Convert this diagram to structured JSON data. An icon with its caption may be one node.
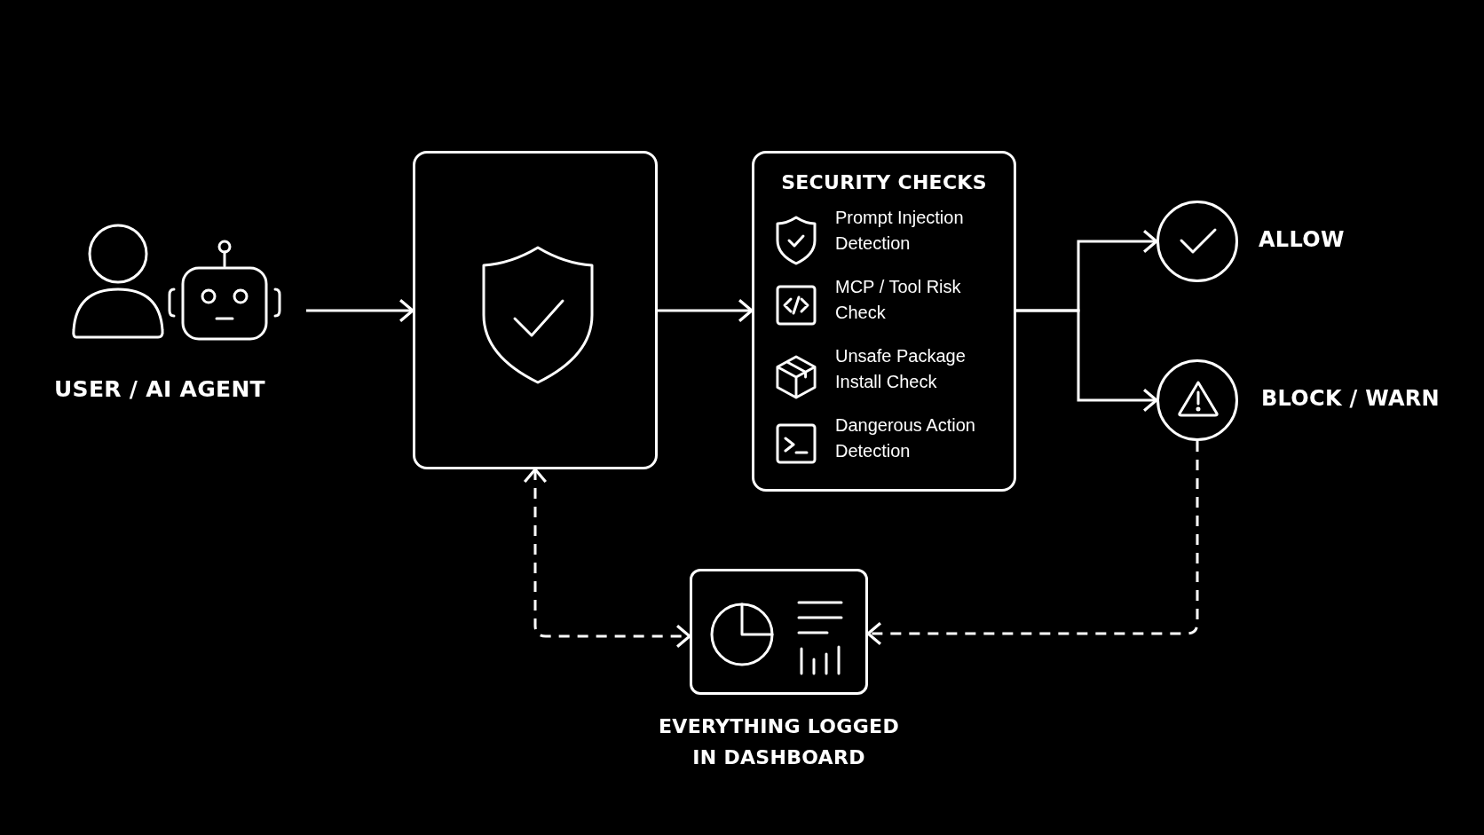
{
  "diagram": {
    "nodes": [
      {
        "text": [
          "USER / AI AGENT"
        ]
      },
      {
        "text": [],
        "shape": "box"
      },
      {
        "text": [
          "SECURITY CHECKS",
          "Prompt Injection Detection",
          "MCP / Tool Risk Check",
          "Unsafe Package Install Check",
          "Dangerous Action Detection"
        ]
      },
      {
        "text": [
          "ALLOW"
        ]
      },
      {
        "text": [
          "BLOCK / WARN"
        ]
      },
      {
        "text": [
          "EVERYTHING LOGGED IN DASHBOARD"
        ]
      }
    ],
    "edges": [
      {
        "from": 0,
        "to": 1,
        "arrow": "to"
      },
      {
        "from": 1,
        "to": 2,
        "arrow": "to"
      },
      {
        "from": 2,
        "to": 3,
        "arrow": "to"
      },
      {
        "from": 2,
        "to": 4,
        "arrow": "to"
      },
      {
        "from": 1,
        "to": 5,
        "arrow": "both",
        "style": "dashed"
      },
      {
        "from": 4,
        "to": 5,
        "arrow": "to",
        "style": "dashed"
      }
    ]
  }
}
